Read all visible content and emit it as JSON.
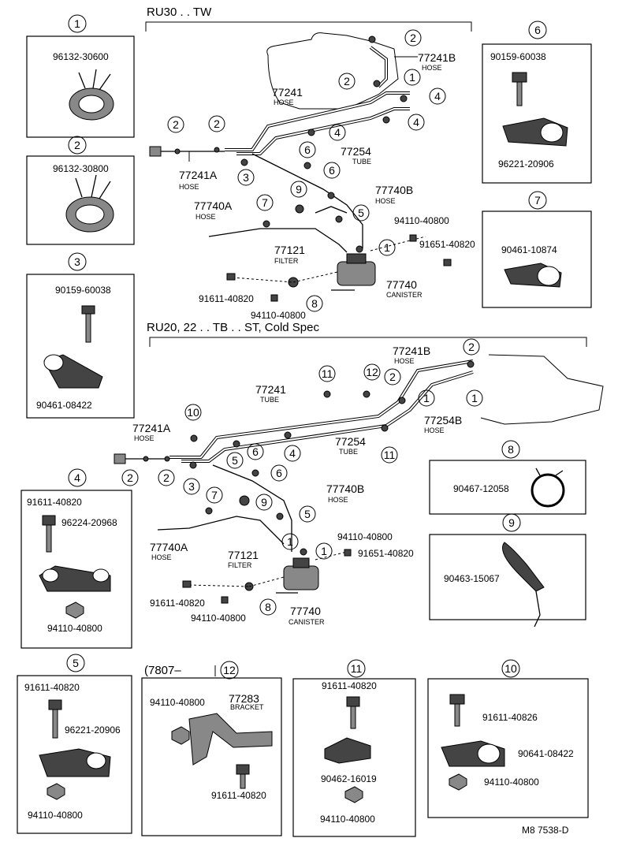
{
  "sections": {
    "top_header": "RU30 . . TW",
    "mid_header": "RU20, 22 . . TB . . ST, Cold Spec",
    "bracket_12_header": "(7807–",
    "code": "M8 7538-D"
  },
  "top_diagram": {
    "hose_77241B": "77241B",
    "hose_77241": "77241",
    "hose_77241A": "77241A",
    "tube_77254": "77254",
    "hose_77740B": "77740B",
    "hose_77740A": "77740A",
    "filter_77121": "77121",
    "canister_77740": "77740",
    "p_94110_a": "94110-40800",
    "p_91651": "91651-40820",
    "p_91611": "91611-40820",
    "p_94110_b": "94110-40800"
  },
  "mid_diagram": {
    "hose_77241B": "77241B",
    "tube_77241": "77241",
    "hose_77241A": "77241A",
    "tube_77254": "77254",
    "hose_77254B": "77254B",
    "hose_77740B": "77740B",
    "hose_77740A": "77740A",
    "filter_77121": "77121",
    "canister_77740": "77740",
    "p_94110_a": "94110-40800",
    "p_91651": "91651-40820",
    "p_91611": "91611-40820",
    "p_94110_b": "94110-40800"
  },
  "words": {
    "hose": "HOSE",
    "tube": "TUBE",
    "filter": "FILTER",
    "canister": "CANISTER",
    "bracket": "BRACKET"
  },
  "callout_numbers": [
    "1",
    "2",
    "3",
    "4",
    "5",
    "6",
    "7",
    "8",
    "9",
    "10",
    "11",
    "12"
  ],
  "boxes": {
    "b1": {
      "num": "1",
      "parts": [
        "96132-30600"
      ]
    },
    "b2": {
      "num": "2",
      "parts": [
        "96132-30800"
      ]
    },
    "b3": {
      "num": "3",
      "parts": [
        "90159-60038",
        "90461-08422"
      ]
    },
    "b4": {
      "num": "4",
      "parts": [
        "91611-40820",
        "96224-20968",
        "94110-40800"
      ]
    },
    "b5": {
      "num": "5",
      "parts": [
        "91611-40820",
        "96221-20906",
        "94110-40800"
      ]
    },
    "b6": {
      "num": "6",
      "parts": [
        "90159-60038",
        "96221-20906"
      ]
    },
    "b7": {
      "num": "7",
      "parts": [
        "90461-10874"
      ]
    },
    "b8": {
      "num": "8",
      "parts": [
        "90467-12058"
      ]
    },
    "b9": {
      "num": "9",
      "parts": [
        "90463-15067"
      ]
    },
    "b10": {
      "num": "10",
      "parts": [
        "91611-40826",
        "90641-08422",
        "94110-40800"
      ]
    },
    "b11": {
      "num": "11",
      "parts": [
        "91611-40820",
        "90462-16019",
        "94110-40800"
      ]
    },
    "b12": {
      "num": "12",
      "parts": [
        "94110-40800",
        "77283",
        "91611-40820"
      ]
    }
  }
}
